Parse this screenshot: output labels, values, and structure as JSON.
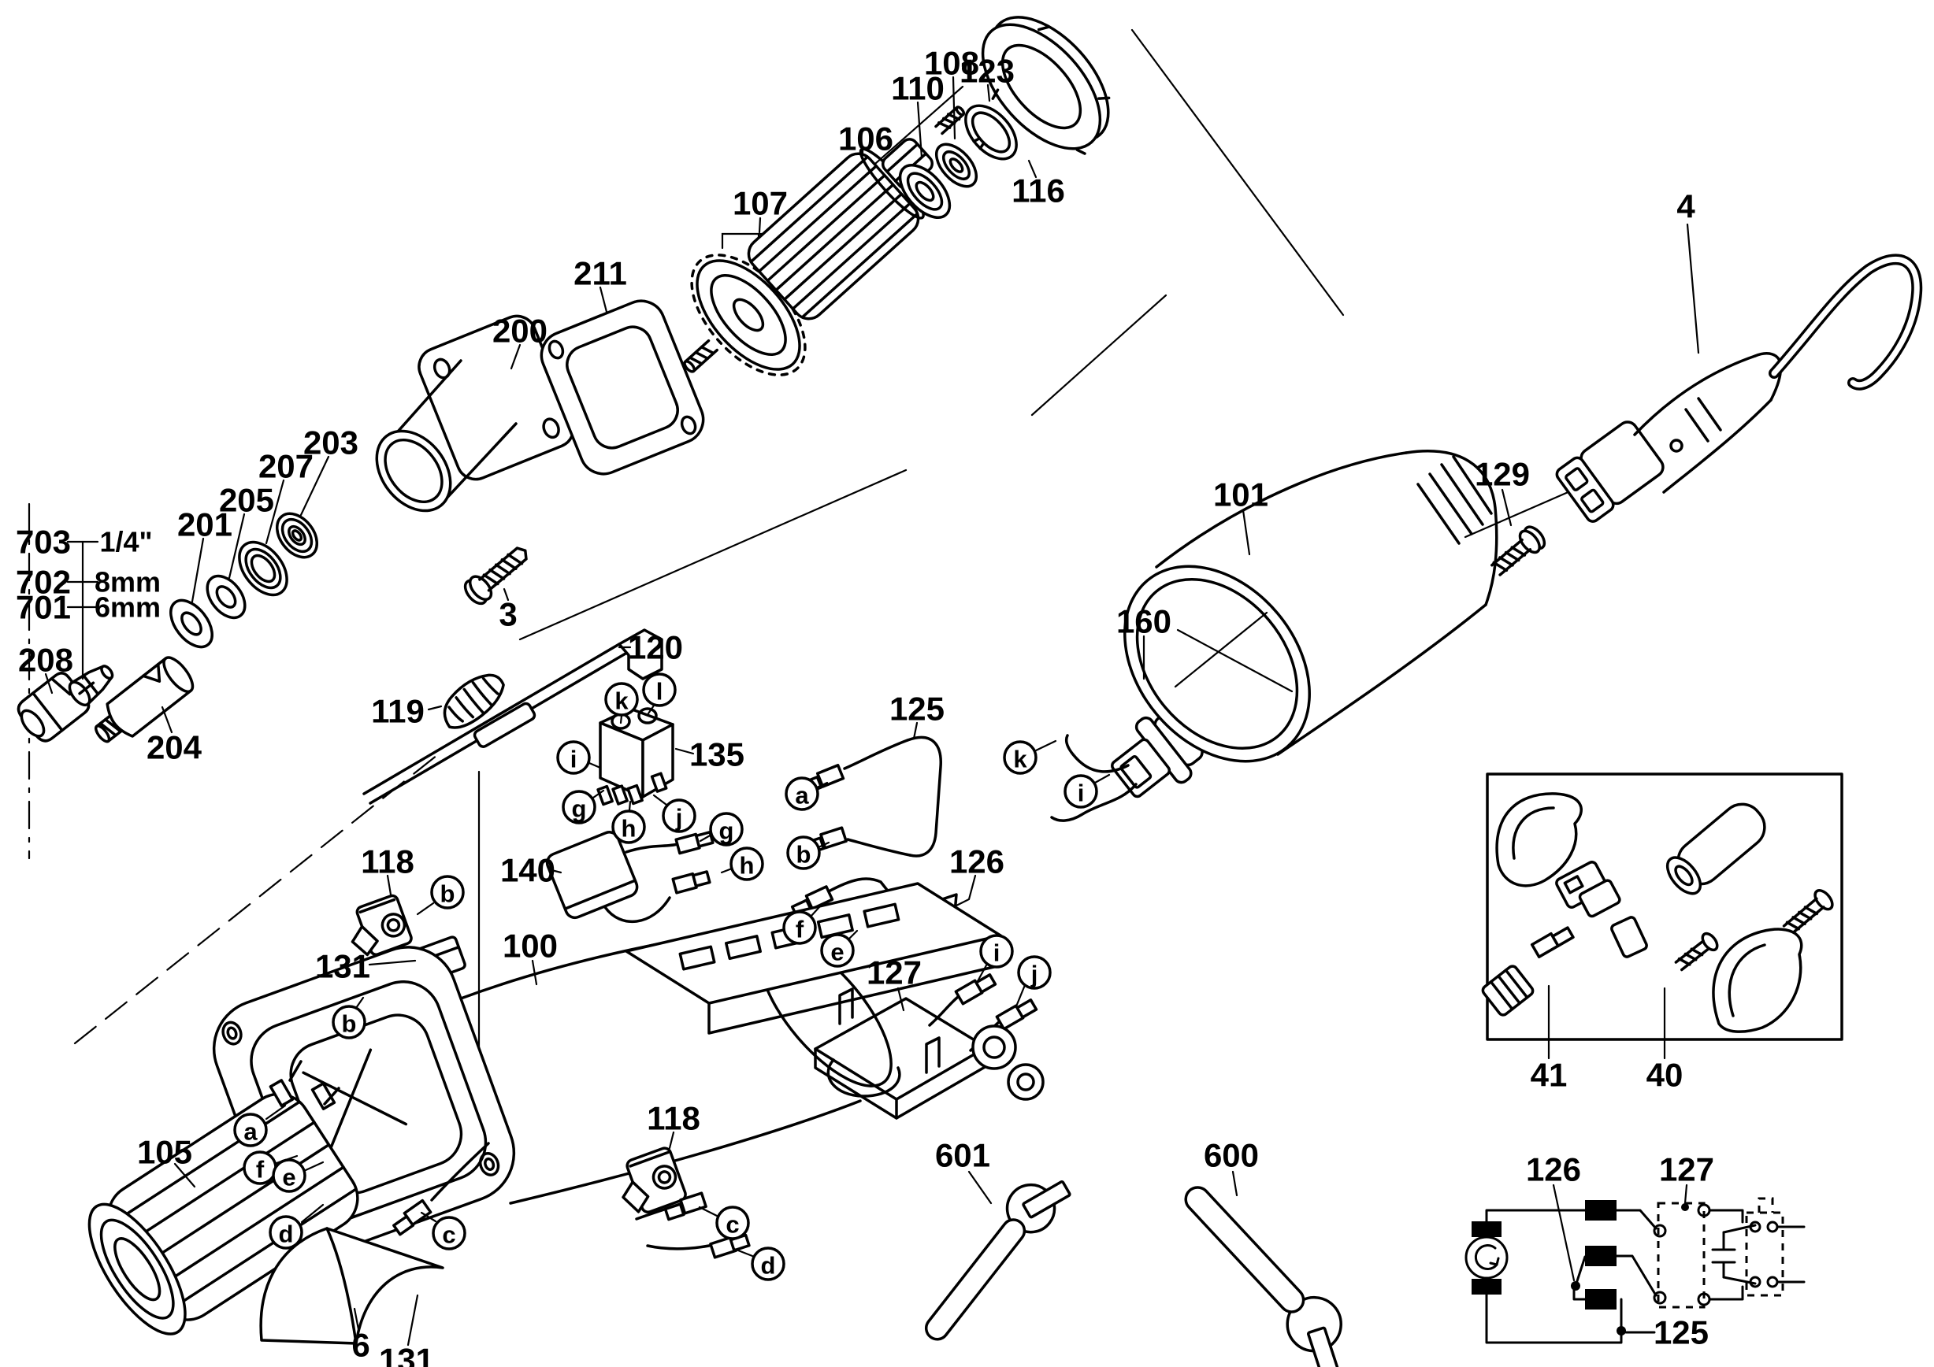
{
  "diagram": {
    "kind": "exploded-parts-diagram",
    "subject": "rotary die grinder power tool",
    "ink_color": "#000000",
    "background_color": "#ffffff"
  },
  "size_key": {
    "rows": [
      {
        "part": "703",
        "value": "1/4\""
      },
      {
        "part": "702",
        "value": "8mm"
      },
      {
        "part": "701",
        "value": "6mm"
      }
    ]
  },
  "part_labels": {
    "p106": "106",
    "p107": "107",
    "p110": "110",
    "p108": "108",
    "p123": "123",
    "p116": "116",
    "p211": "211",
    "p200": "200",
    "p203": "203",
    "p207": "207",
    "p205": "205",
    "p201": "201",
    "p208": "208",
    "p204": "204",
    "p3": "3",
    "p119": "119",
    "p120": "120",
    "p135": "135",
    "p140": "140",
    "p118a": "118",
    "p118b": "118",
    "p131a": "131",
    "p131b": "131",
    "p100": "100",
    "p105": "105",
    "p6": "6",
    "p125": "125",
    "p126": "126",
    "p127": "127",
    "p160": "160",
    "p101": "101",
    "p129": "129",
    "p4": "4",
    "p601": "601",
    "p600": "600",
    "p41": "41",
    "p40": "40",
    "c126": "126",
    "c127": "127",
    "c125": "125"
  },
  "callouts": {
    "a1": "a",
    "a2": "a",
    "b1": "b",
    "b2": "b",
    "b3": "b",
    "c1": "c",
    "c2": "c",
    "d1": "d",
    "d2": "d",
    "e1": "e",
    "e2": "e",
    "f1": "f",
    "f2": "f",
    "g1": "g",
    "g2": "g",
    "h1": "h",
    "h2": "h",
    "i1": "i",
    "i2": "i",
    "i3": "i",
    "j1": "j",
    "j2": "j",
    "k1": "k",
    "k2": "k",
    "l1": "l"
  }
}
